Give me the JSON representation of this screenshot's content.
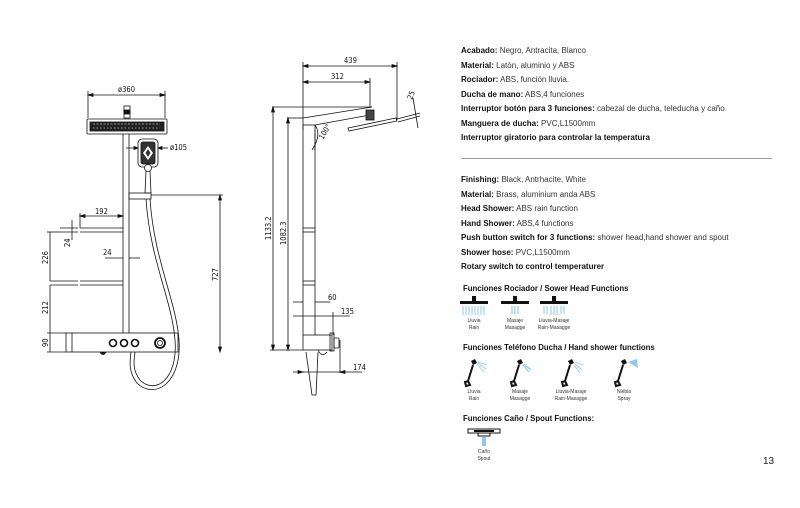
{
  "drawing": {
    "front_view": {
      "dimensions": {
        "head_diameter": "ø360",
        "hand_shower_diameter": "ø105",
        "shelf_depth": "192",
        "shelf_thickness": "24",
        "pipe_width": "24",
        "shelf_spacing": "226",
        "lower_height": "212",
        "control_height": "90",
        "hose_holder_height": "727"
      }
    },
    "side_view": {
      "dimensions": {
        "total_reach": "439",
        "arm_reach": "312",
        "head_thickness": "25",
        "angle": "100°",
        "total_height": "1133.2",
        "arm_height": "1082.3",
        "pipe_depth": "60",
        "control_depth": "135",
        "total_depth": "174"
      }
    }
  },
  "specs_es": [
    {
      "label": "Acabado:",
      "value": "Negro, Antracita, Blanco"
    },
    {
      "label": "Material:",
      "value": "Latón, aluminio y ABS"
    },
    {
      "label": "Rociador:",
      "value": "ABS, función lluvia."
    },
    {
      "label": "Ducha de mano:",
      "value": "ABS,4 funciones"
    },
    {
      "label": "Interruptor botón para 3 funciones:",
      "value": "cabezal de ducha, teleducha y caño"
    },
    {
      "label": "Manguera de ducha:",
      "value": "PVC,L1500mm"
    },
    {
      "label": "Interruptor giratorio para controlar la temperatura",
      "value": ""
    }
  ],
  "specs_en": [
    {
      "label": "Finishing:",
      "value": "Black, Antrhacite, White"
    },
    {
      "label": "Material:",
      "value": "Brass, aluminium anda ABS"
    },
    {
      "label": "Head Shower:",
      "value": "ABS rain function"
    },
    {
      "label": "Hand Shower:",
      "value": "ABS,4 functions"
    },
    {
      "label": "Push button switch for 3 functions:",
      "value": "shower head,hand shower and spout"
    },
    {
      "label": "Shower hose:",
      "value": "PVC,L1500mm"
    },
    {
      "label": "Rotary switch to control temperaturer",
      "value": ""
    }
  ],
  "head_functions": {
    "title": "Funciones Rociador /  Sower Head Functions",
    "items": [
      {
        "es": "Lluvia",
        "en": "Rain",
        "icon": "rain-head-icon"
      },
      {
        "es": "Masaje",
        "en": "Masagge",
        "icon": "massage-head-icon"
      },
      {
        "es": "Lluvia-Masaje",
        "en": "Rain-Masagge",
        "icon": "rain-massage-head-icon"
      }
    ]
  },
  "hand_functions": {
    "title": "Funciones Teléfono Ducha / Hand shower functions",
    "items": [
      {
        "es": "Lluvia",
        "en": "Rain",
        "icon": "hand-rain-icon"
      },
      {
        "es": "Masaje",
        "en": "Masagge",
        "icon": "hand-massage-icon"
      },
      {
        "es": "Lluvia-Masaje",
        "en": "Rain-Masagge",
        "icon": "hand-rain-massage-icon"
      },
      {
        "es": "Niebla",
        "en": "Spray",
        "icon": "hand-spray-icon"
      }
    ]
  },
  "spout_functions": {
    "title": "Funciones Caño / Spout Functions:",
    "items": [
      {
        "es": "Caño",
        "en": "Spout",
        "icon": "spout-icon"
      }
    ]
  },
  "page_number": "13",
  "colors": {
    "water": "#8fc8ee",
    "line": "#111111",
    "divider": "#999999"
  }
}
